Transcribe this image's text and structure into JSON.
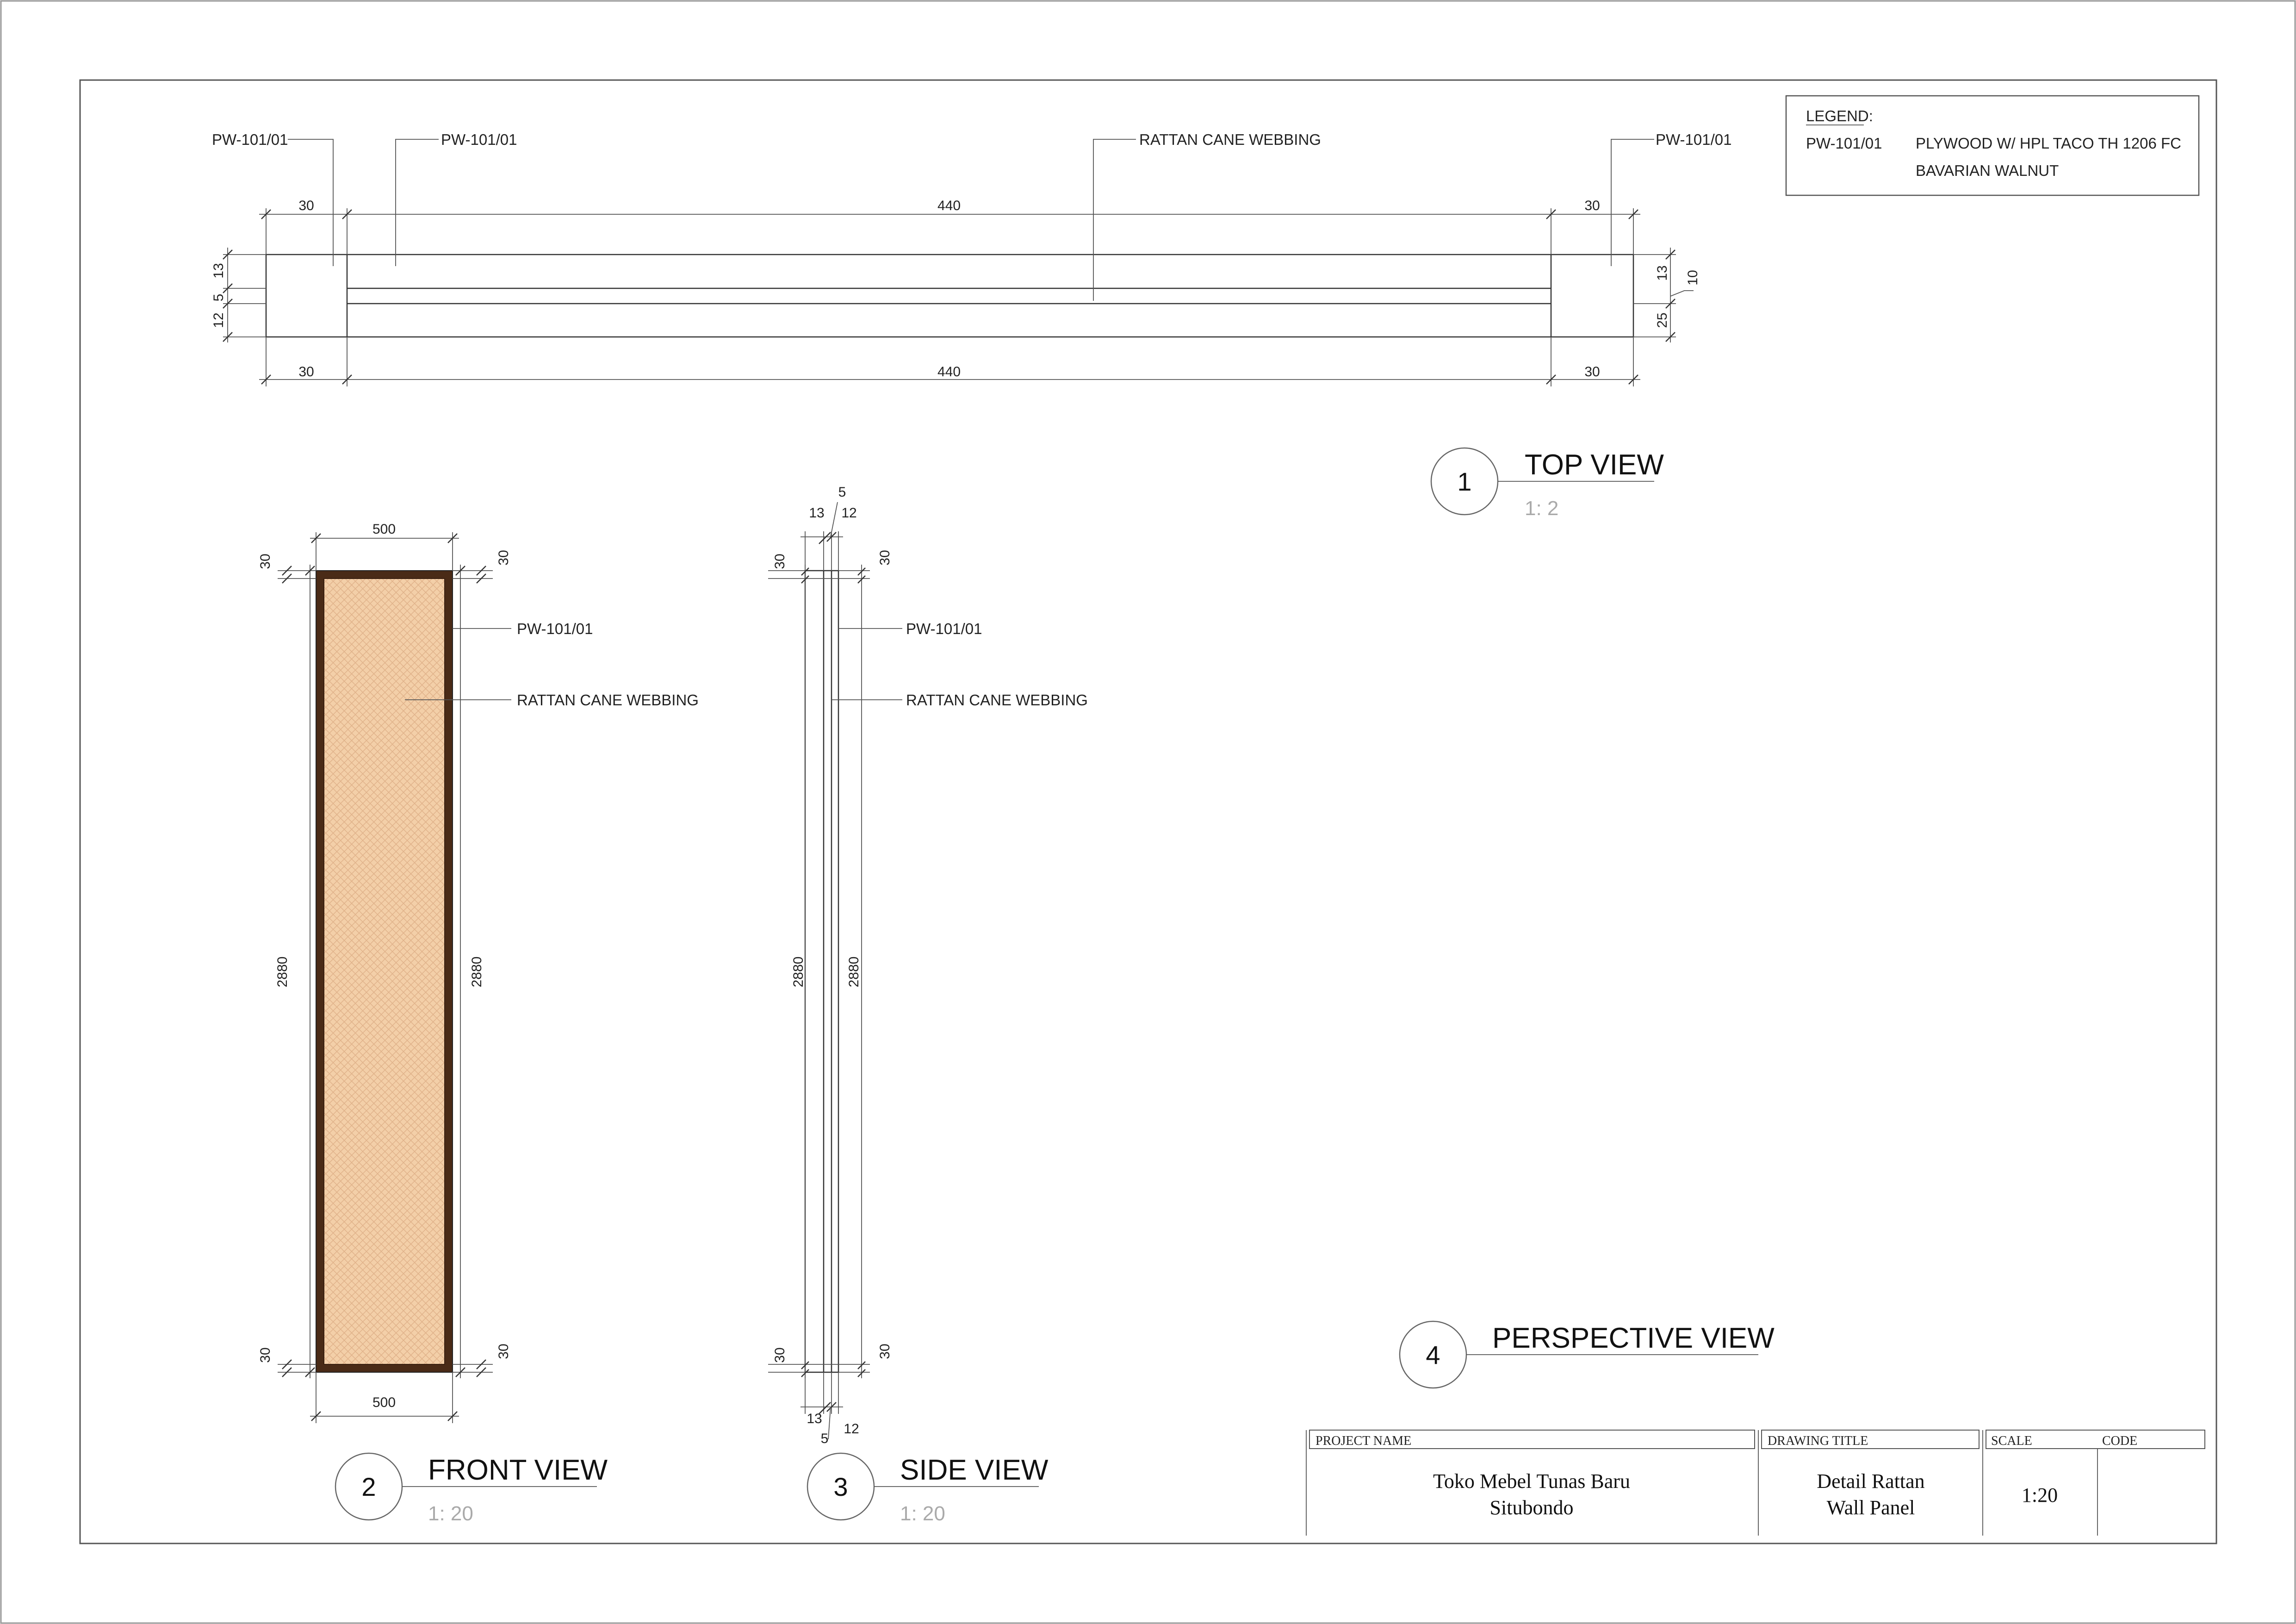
{
  "legend": {
    "title": "LEGEND:",
    "items": [
      {
        "code": "PW-101/01",
        "lines": [
          "PLYWOOD W/ HPL TACO TH 1206 FC",
          "BAVARIAN WALNUT"
        ]
      }
    ]
  },
  "views": {
    "top": {
      "number": "1",
      "title": "TOP VIEW",
      "scale": "1: 2"
    },
    "front": {
      "number": "2",
      "title": "FRONT VIEW",
      "scale": "1: 20"
    },
    "side": {
      "number": "3",
      "title": "SIDE VIEW",
      "scale": "1: 20"
    },
    "perspective": {
      "number": "4",
      "title": "PERSPECTIVE VIEW"
    }
  },
  "labels": {
    "pw": "PW-101/01",
    "rattan": "RATTAN CANE WEBBING"
  },
  "dims": {
    "d30": "30",
    "d440": "440",
    "d13": "13",
    "d5": "5",
    "d12": "12",
    "d10": "10",
    "d25": "25",
    "d500": "500",
    "d2880": "2880"
  },
  "title_block": {
    "project_name_label": "PROJECT NAME",
    "project_name_line1": "Toko Mebel Tunas Baru",
    "project_name_line2": "Situbondo",
    "drawing_title_label": "DRAWING TITLE",
    "drawing_title_line1": "Detail Rattan",
    "drawing_title_line2": "Wall Panel",
    "scale_label": "SCALE",
    "code_label": "CODE",
    "scale_value": "1:20",
    "code_value": ""
  },
  "colors": {
    "frame_walnut": "#4a2b17",
    "rattan_fill": "#f3cfa8",
    "rattan_mesh": "#d9a77c"
  }
}
